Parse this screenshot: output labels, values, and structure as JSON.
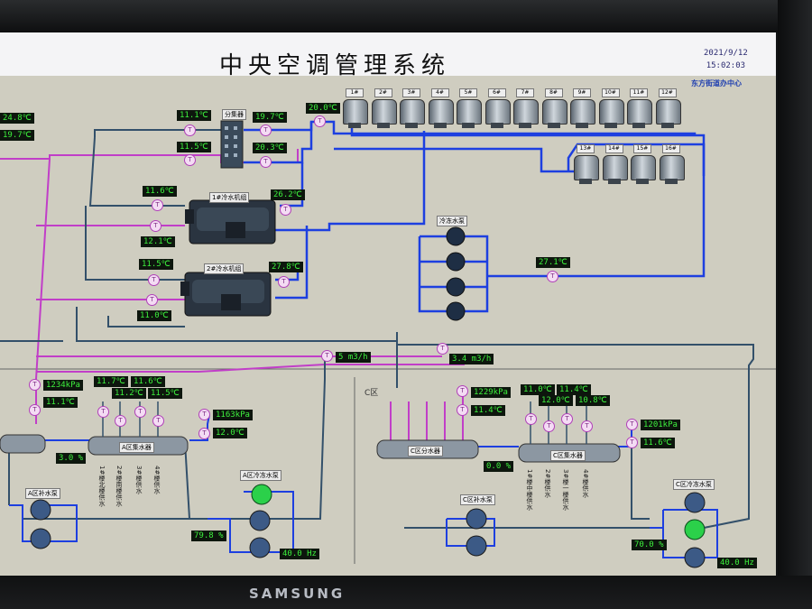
{
  "header": {
    "title": "中央空调管理系统",
    "date": "2021/9/12",
    "time": "15:02:03",
    "center_name": "东方街道办中心"
  },
  "colors": {
    "cold_pipe": "#1d3fe0",
    "hot_pipe": "#c13ec8",
    "main_pipe": "#33506a",
    "display_bg": "#0d160d",
    "display_text": "#3df03d"
  },
  "sensor_icon": "thermometer-icon",
  "readings": {
    "left_top_1": "24.8℃",
    "left_top_2": "19.7℃",
    "sep_in_1": "11.1℃",
    "sep_in_2": "11.5℃",
    "sep_out_1": "19.7℃",
    "sep_out_2": "20.3℃",
    "tower_in": "20.0℃",
    "ch1_in": "11.6℃",
    "ch1_out": "12.1℃",
    "ch1_cond": "26.2℃",
    "ch2_in": "11.5℃",
    "ch2_out": "11.0℃",
    "ch2_cond": "27.8℃",
    "return_main": "27.1℃",
    "flow_1": "5 m3/h",
    "flow_2": "3.4 m3/h",
    "a_pressure": "1234kPa",
    "a_temp": "11.1℃",
    "a_branch_1": "11.7℃",
    "a_branch_2": "11.2℃",
    "a_branch_3": "11.6℃",
    "a_branch_4": "11.5℃",
    "a_ret_pressure": "1163kPa",
    "a_ret_temp": "12.0℃",
    "a_valve": "3.0 %",
    "a_pump_valve": "79.8 %",
    "a_freq": "40.0 Hz",
    "c_pressure": "1229kPa",
    "c_temp": "11.4℃",
    "c_branch_1": "11.0℃",
    "c_branch_2": "12.0℃",
    "c_branch_3": "11.4℃",
    "c_branch_4": "10.8℃",
    "c_ret_pressure": "1201kPa",
    "c_ret_temp": "11.6℃",
    "c_valve": "0.0 %",
    "c_pump_valve": "70.0 %",
    "c_freq": "40.0 Hz"
  },
  "labels": {
    "separator": "分集器",
    "chiller_1": "1#冷水机组",
    "chiller_2": "2#冷水机组",
    "chilled_pumps": "冷冻水泵",
    "zone_c": "C区",
    "a_collector": "A区集水器",
    "a_makeup": "A区补水泵",
    "a_cooling": "A区冷冻水泵",
    "c_distributor": "C区分水器",
    "c_collector": "C区集水器",
    "c_makeup": "C区补水泵",
    "c_cooling": "C区冷冻水泵",
    "a_branches": [
      "1#楼北楼供水",
      "2#楼南楼供水",
      "3#楼供水",
      "4#楼供水"
    ],
    "c_branches": [
      "1#楼中楼供水",
      "2#楼供水",
      "3#楼一楼供水",
      "4#楼供水"
    ],
    "towers": [
      "1#",
      "2#",
      "3#",
      "4#",
      "5#",
      "6#",
      "7#",
      "8#",
      "9#",
      "10#",
      "11#",
      "12#",
      "13#",
      "14#",
      "15#",
      "16#"
    ]
  }
}
